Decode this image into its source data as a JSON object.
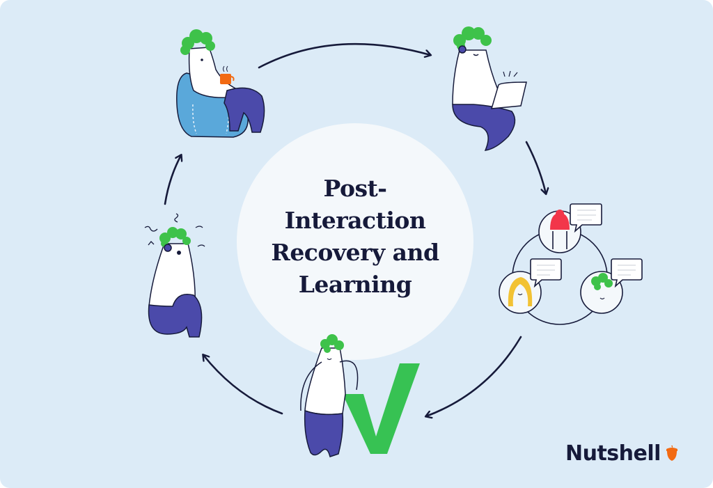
{
  "diagram": {
    "title_lines": [
      "Post-",
      "Interaction",
      "Recovery and",
      "Learning"
    ],
    "type": "cycle",
    "stages": [
      {
        "position": "top-left",
        "scene": "person-relaxing-in-beanbag-with-coffee"
      },
      {
        "position": "top-right",
        "scene": "person-with-headset-typing-on-laptop"
      },
      {
        "position": "right",
        "scene": "three-people-conversation-network-with-speech-bubbles"
      },
      {
        "position": "bottom",
        "scene": "person-leaning-on-green-checkmark"
      },
      {
        "position": "left",
        "scene": "stressed-person-with-headset"
      }
    ],
    "arrow_direction": "clockwise"
  },
  "brand": {
    "logo_text": "Nutshell",
    "logo_icon": "acorn-icon"
  },
  "colors": {
    "background": "#dcebf7",
    "center_circle": "#f4f8fb",
    "text_dark": "#161a3a",
    "hair_green": "#3ec24a",
    "pants_purple": "#4b4aaa",
    "beanbag_blue": "#5aa8da",
    "check_green": "#37c253",
    "accent_orange": "#f26a13",
    "hair_red": "#f2364a",
    "hair_yellow": "#f2c234"
  }
}
